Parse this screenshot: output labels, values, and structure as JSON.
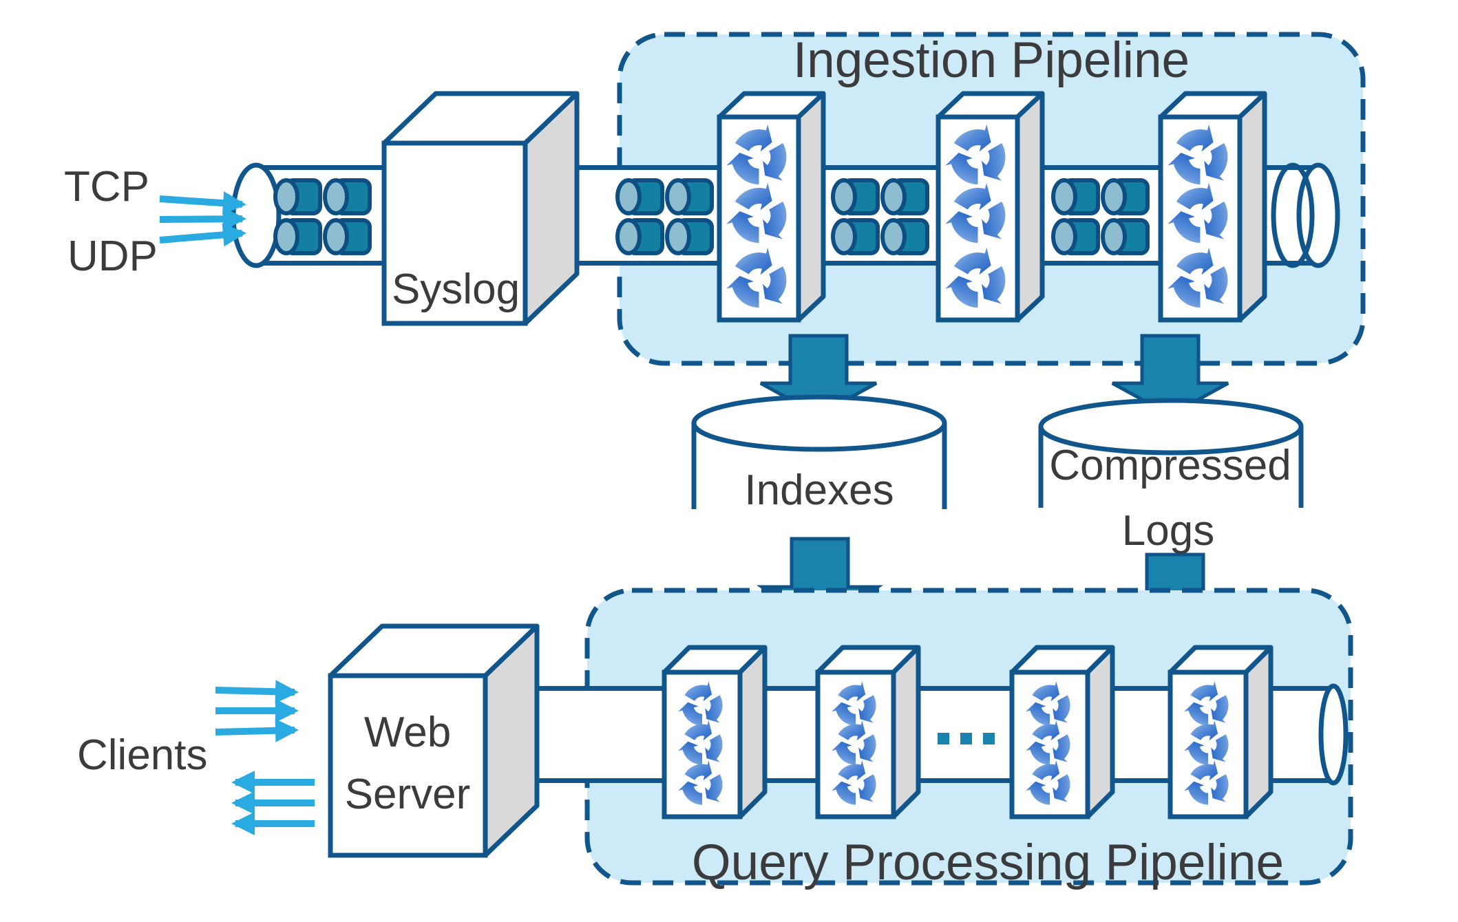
{
  "diagram": {
    "labels": {
      "tcp": "TCP",
      "udp": "UDP",
      "clients": "Clients",
      "syslog": "Syslog",
      "web": "Web",
      "server": "Server",
      "indexes": "Indexes",
      "compressed": "Compressed",
      "logs": "Logs"
    },
    "ingestion": {
      "title": "Ingestion Pipeline",
      "stage_count": 3
    },
    "query": {
      "title": "Query Processing Pipeline",
      "stage_count": 4,
      "ellipsis": "· · ·"
    },
    "colors": {
      "outline": "#10568C",
      "panel_fill": "#CDEAF8",
      "box_side_face": "#D9D9D9",
      "message_body": "#1380A1",
      "message_cap": "#8FBDD0",
      "block_arrow": "#1982AD",
      "client_arrow": "#29ABE2",
      "loop_light": "#AAC9EE",
      "loop_dark": "#1C5FC4",
      "text": "#3B3B3B"
    }
  }
}
